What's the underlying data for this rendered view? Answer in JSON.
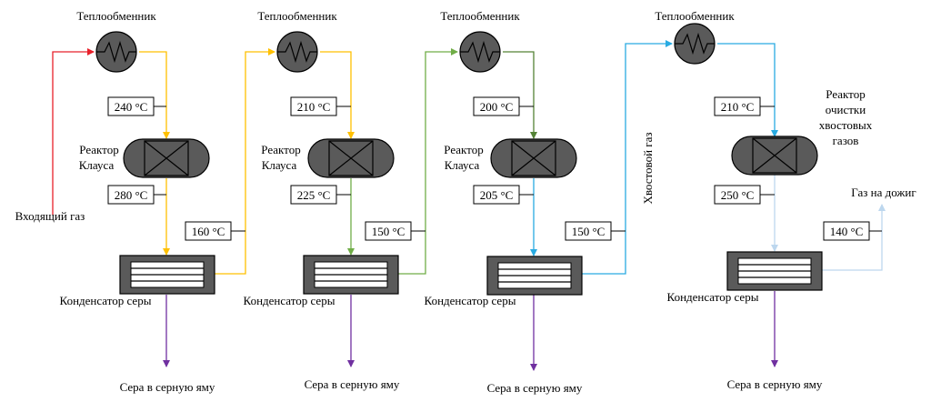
{
  "colors": {
    "inlet_gas": "#e8202a",
    "stage1_gas": "#ffc000",
    "stage2_gas": "#70ad47",
    "stage3_gas": "#548235",
    "tail_gas": "#29abe2",
    "tail_gas_light": "#bdd7ee",
    "sulfur": "#7030a0",
    "equipment_fill": "#5a5a5a"
  },
  "labels": {
    "heat_exchanger": "Теплообменник",
    "claus_reactor_line1": "Реактор",
    "claus_reactor_line2": "Клауса",
    "condenser": "Конденсатор серы",
    "sulfur_outlet": "Сера в серную яму",
    "inlet_gas": "Входящий газ",
    "tail_gas": "Хвостовой газ",
    "to_incinerator": "Газ на дожиг",
    "tail_reactor_line1": "Реактор",
    "tail_reactor_line2": "очистки",
    "tail_reactor_line3": "хвостовых",
    "tail_reactor_line4": "газов"
  },
  "temperatures": {
    "stage1_reactor_in": "240 °C",
    "stage1_reactor_out": "280 °C",
    "stage1_condenser_out": "160 °C",
    "stage2_reactor_in": "210 °C",
    "stage2_reactor_out": "225 °C",
    "stage2_condenser_out": "150 °C",
    "stage3_reactor_in": "200 °C",
    "stage3_reactor_out": "205 °C",
    "stage3_condenser_out": "150 °C",
    "tail_reactor_in": "210 °C",
    "tail_reactor_out": "250 °C",
    "tail_condenser_out": "140 °C"
  }
}
